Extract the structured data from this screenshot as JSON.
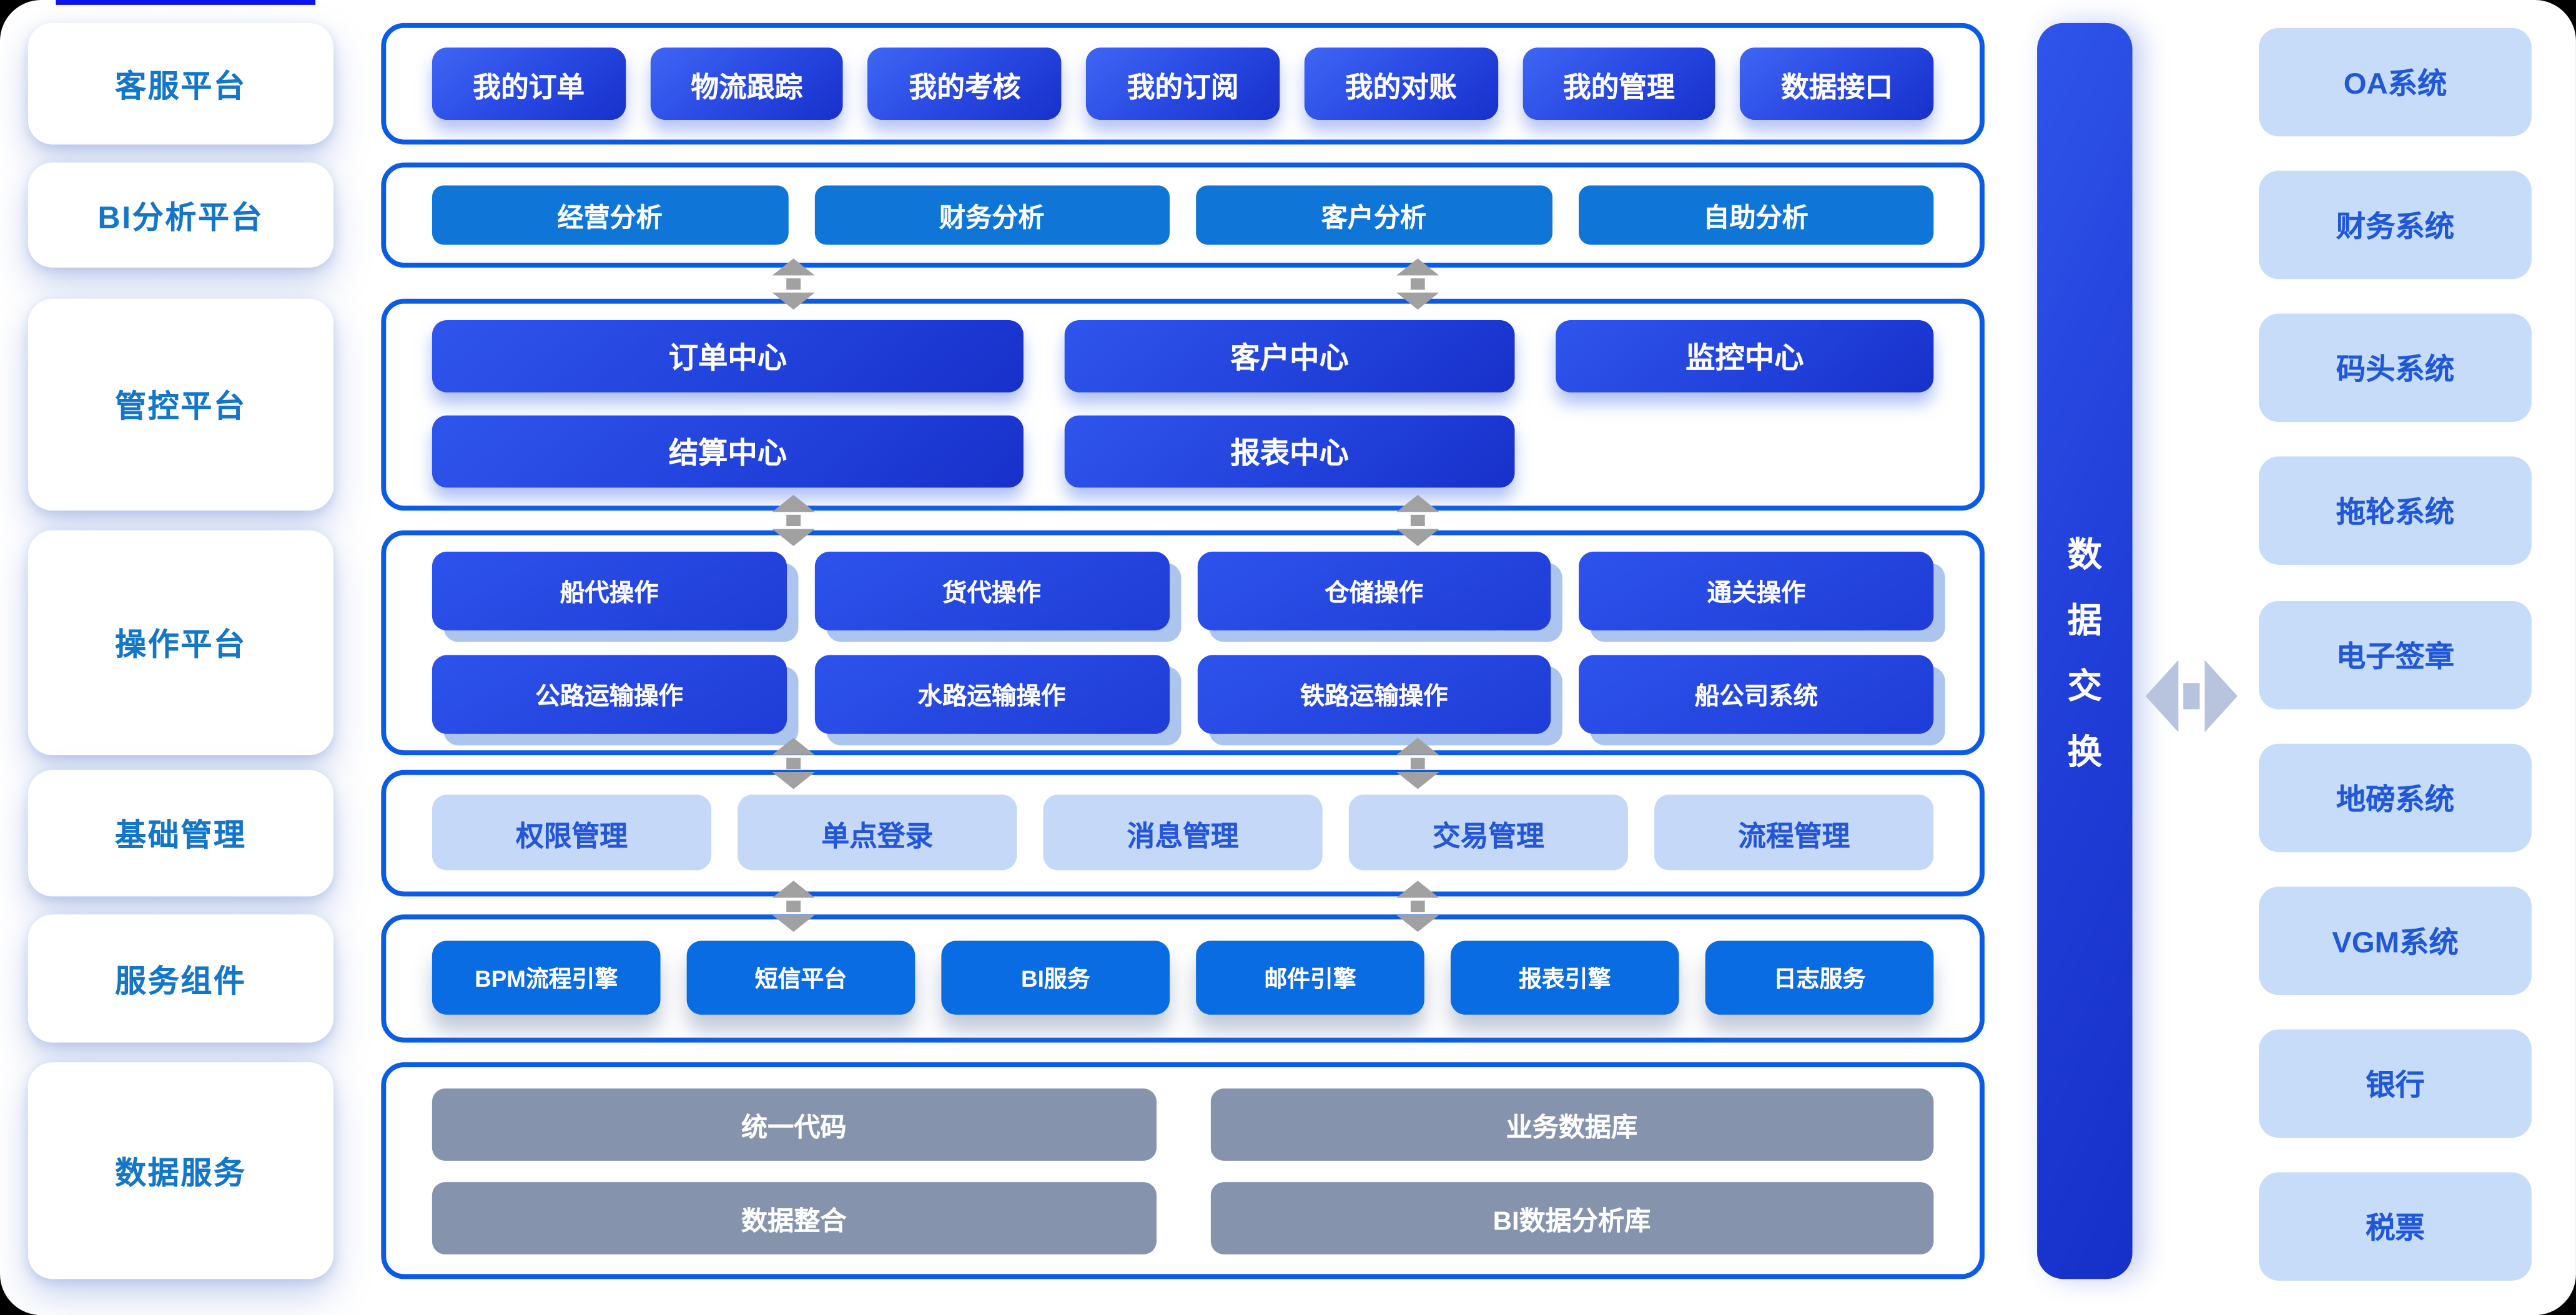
{
  "colors": {
    "outer_background": "#000000",
    "canvas_background": "#ffffff",
    "section_border": "#0a5ce6",
    "primary_button_gradient_start": "#3f66f4",
    "primary_button_gradient_end": "#1830ca",
    "bi_button_blue": "#0f76d8",
    "light_button_background": "#c5d8f8",
    "light_button_text": "#2456d8",
    "service_button_blue": "#0a6ce2",
    "gray_button": "#8593ad",
    "sidebar_label_text": "#1476c8",
    "external_card_background": "#c7dcf8",
    "external_card_text": "#2158d8",
    "exchange_bar_blue": "#2240da",
    "flow_arrow_gray": "#a1a1a1",
    "exchange_arrow_blue": "#b8c4dd"
  },
  "sidebar": {
    "items": [
      "客服平台",
      "BI分析平台",
      "管控平台",
      "操作平台",
      "基础管理",
      "服务组件",
      "数据服务"
    ]
  },
  "sections": {
    "customer_service": {
      "buttons": [
        "我的订单",
        "物流跟踪",
        "我的考核",
        "我的订阅",
        "我的对账",
        "我的管理",
        "数据接口"
      ]
    },
    "bi_analysis": {
      "buttons": [
        "经营分析",
        "财务分析",
        "客户分析",
        "自助分析"
      ]
    },
    "control": {
      "row1": [
        "订单中心",
        "客户中心",
        "监控中心"
      ],
      "row2": [
        "结算中心",
        "报表中心"
      ]
    },
    "operation": {
      "row1": [
        "船代操作",
        "货代操作",
        "仓储操作",
        "通关操作"
      ],
      "row2": [
        "公路运输操作",
        "水路运输操作",
        "铁路运输操作",
        "船公司系统"
      ]
    },
    "base_management": {
      "buttons": [
        "权限管理",
        "单点登录",
        "消息管理",
        "交易管理",
        "流程管理"
      ]
    },
    "service_components": {
      "buttons": [
        "BPM流程引擎",
        "短信平台",
        "BI服务",
        "邮件引擎",
        "报表引擎",
        "日志服务"
      ]
    },
    "data_service": {
      "row1": [
        "统一代码",
        "业务数据库"
      ],
      "row2": [
        "数据整合",
        "BI数据分析库"
      ]
    }
  },
  "data_exchange": {
    "label": "数据交换",
    "chars": [
      "数",
      "据",
      "交",
      "换"
    ]
  },
  "external_systems": {
    "items": [
      "OA系统",
      "财务系统",
      "码头系统",
      "拖轮系统",
      "电子签章",
      "地磅系统",
      "VGM系统",
      "银行",
      "税票"
    ]
  }
}
